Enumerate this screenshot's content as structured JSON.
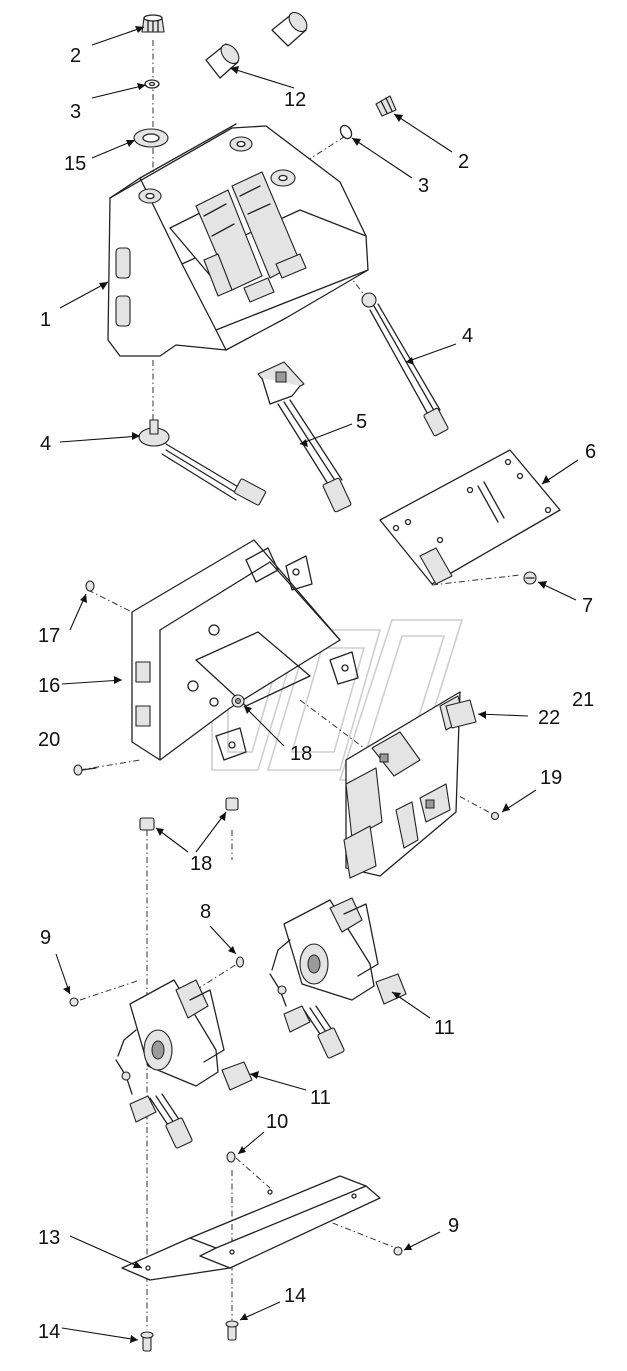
{
  "diagram": {
    "callouts": [
      {
        "id": "c2a",
        "text": "2"
      },
      {
        "id": "c3a",
        "text": "3"
      },
      {
        "id": "c12",
        "text": "12"
      },
      {
        "id": "c15",
        "text": "15"
      },
      {
        "id": "c2b",
        "text": "2"
      },
      {
        "id": "c3b",
        "text": "3"
      },
      {
        "id": "c1",
        "text": "1"
      },
      {
        "id": "c4a",
        "text": "4"
      },
      {
        "id": "c4b",
        "text": "4"
      },
      {
        "id": "c5",
        "text": "5"
      },
      {
        "id": "c6",
        "text": "6"
      },
      {
        "id": "c7",
        "text": "7"
      },
      {
        "id": "c17",
        "text": "17"
      },
      {
        "id": "c16",
        "text": "16"
      },
      {
        "id": "c20",
        "text": "20"
      },
      {
        "id": "c18a",
        "text": "18"
      },
      {
        "id": "c21",
        "text": "21"
      },
      {
        "id": "c22",
        "text": "22"
      },
      {
        "id": "c19",
        "text": "19"
      },
      {
        "id": "c18b",
        "text": "18"
      },
      {
        "id": "c8",
        "text": "8"
      },
      {
        "id": "c9a",
        "text": "9"
      },
      {
        "id": "c11a",
        "text": "11"
      },
      {
        "id": "c11b",
        "text": "11"
      },
      {
        "id": "c10",
        "text": "10"
      },
      {
        "id": "c13",
        "text": "13"
      },
      {
        "id": "c9b",
        "text": "9"
      },
      {
        "id": "c14a",
        "text": "14"
      },
      {
        "id": "c14b",
        "text": "14"
      }
    ]
  }
}
